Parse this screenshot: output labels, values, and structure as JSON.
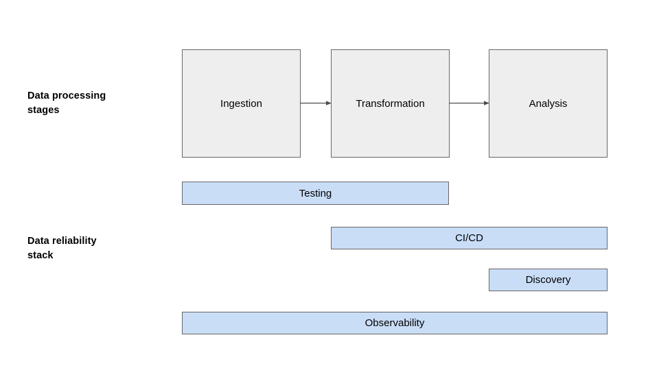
{
  "diagram": {
    "background_color": "#ffffff",
    "row_labels": [
      {
        "text": "Data processing\nstages"
      },
      {
        "text": "Data reliability\nstack"
      }
    ],
    "stages": {
      "fill_color": "#eeeeee",
      "border_color": "#666666",
      "boxes": [
        {
          "label": "Ingestion"
        },
        {
          "label": "Transformation"
        },
        {
          "label": "Analysis"
        }
      ],
      "arrows": [
        {
          "from": "Ingestion",
          "to": "Transformation"
        },
        {
          "from": "Transformation",
          "to": "Analysis"
        }
      ]
    },
    "stack": {
      "fill_color": "#c9ddf7",
      "border_color": "#666666",
      "bars": [
        {
          "label": "Testing"
        },
        {
          "label": "CI/CD"
        },
        {
          "label": "Discovery"
        },
        {
          "label": "Observability"
        }
      ]
    }
  }
}
